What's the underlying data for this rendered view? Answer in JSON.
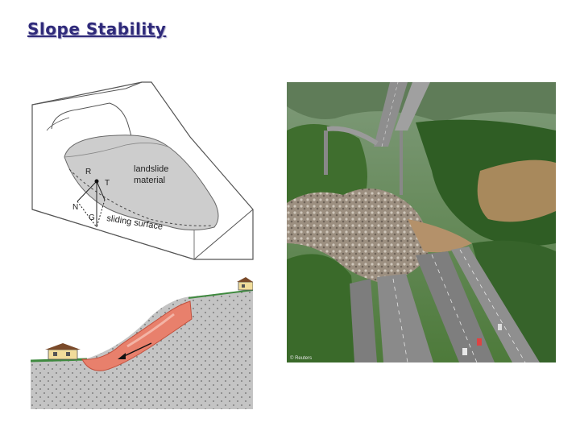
{
  "slide": {
    "title": "Slope Stability"
  },
  "block_diagram": {
    "label_material": [
      "landslide",
      "material"
    ],
    "label_surface": "sliding surface",
    "force_R": "R",
    "force_T": "T",
    "force_N": "N",
    "force_G": "G"
  },
  "photo": {
    "credit": "© Reuters"
  }
}
